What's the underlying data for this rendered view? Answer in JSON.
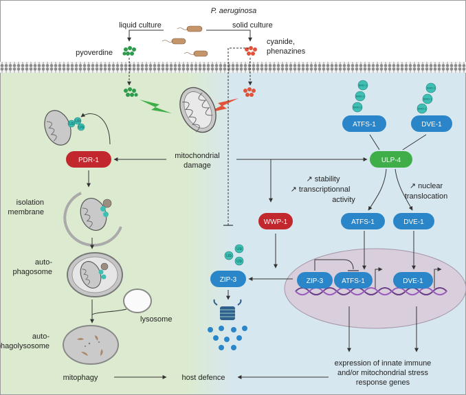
{
  "title": "P. aeruginosa",
  "cultures": {
    "liquid": "liquid culture",
    "solid": "solid culture"
  },
  "molecules": {
    "pyoverdine": "pyoverdine",
    "cyanide": "cyanide,",
    "phenazines": "phenazines"
  },
  "mito_damage": {
    "line1": "mitochondrial",
    "line2": "damage"
  },
  "left": {
    "pdr1": "PDR-1",
    "isolation": [
      "isolation",
      "membrane"
    ],
    "autophagosome": [
      "auto-",
      "phagosome"
    ],
    "lysosome": "lysosome",
    "autophagolysosome": [
      "auto-",
      "phagolysosome"
    ],
    "mitophagy": "mitophagy",
    "host_defence": "host defence"
  },
  "right": {
    "atfs1": "ATFS-1",
    "dve1": "DVE-1",
    "ulp4": "ULP-4",
    "wwp1": "WWP-1",
    "zip3": "ZIP-3",
    "sumo": "SMO-1",
    "ub": "Ub",
    "stability": [
      "↗ stability",
      "↗ transcriptionnal",
      "activity"
    ],
    "nuclear": [
      "↗ nuclear",
      "translocation"
    ],
    "expression": [
      "expression of innate immune",
      "and/or mitochondrial stress",
      "response genes"
    ]
  },
  "colors": {
    "left_bg": "#dcebcf",
    "right_bg": "#d7e7ef",
    "teal": "#3fbfb4",
    "blue": "#2a86c8",
    "red": "#c1272d",
    "green": "#3fae49",
    "orange": "#e0533a",
    "nucleus": "#d9cedb"
  }
}
